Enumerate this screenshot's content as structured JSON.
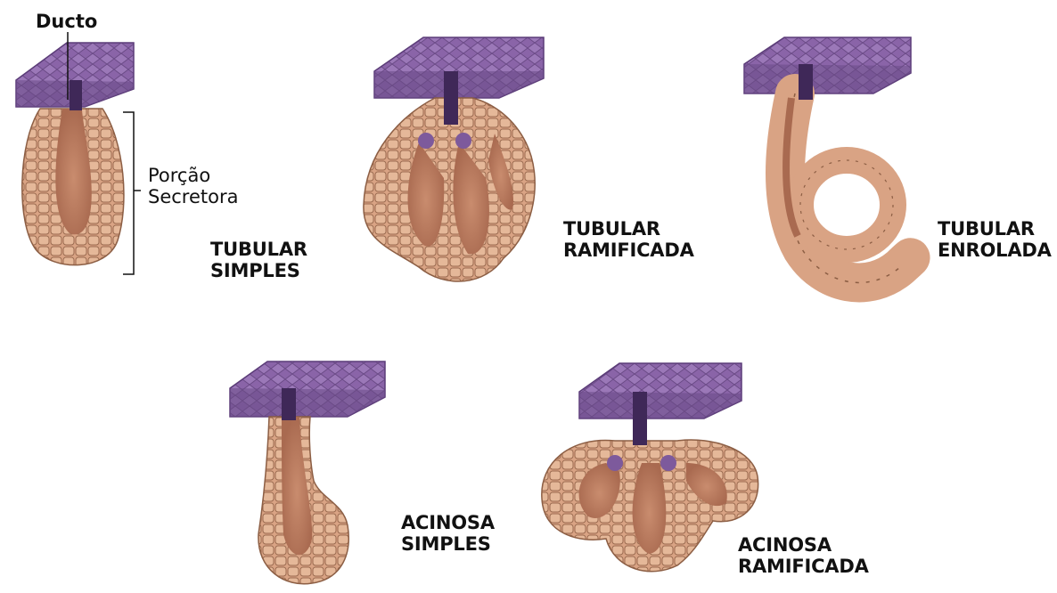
{
  "annotations": {
    "duct": "Ducto",
    "secretory_line1": "Porção",
    "secretory_line2": "Secretora"
  },
  "gland_types": [
    {
      "name": "tubular-simple",
      "line1": "TUBULAR",
      "line2": "SIMPLES"
    },
    {
      "name": "tubular-branched",
      "line1": "TUBULAR",
      "line2": "RAMIFICADA"
    },
    {
      "name": "tubular-coiled",
      "line1": "TUBULAR",
      "line2": "ENROLADA"
    },
    {
      "name": "acinar-simple",
      "line1": "ACINOSA",
      "line2": "SIMPLES"
    },
    {
      "name": "acinar-branched",
      "line1": "ACINOSA",
      "line2": "RAMIFICADA"
    }
  ],
  "colors": {
    "epithelium": "#8a64a8",
    "epithelium_dark": "#5b3c78",
    "gland_body": "#d9a384",
    "gland_lumen": "#b97a5e",
    "cell_outline": "#8c5e44",
    "background": "#ffffff"
  }
}
